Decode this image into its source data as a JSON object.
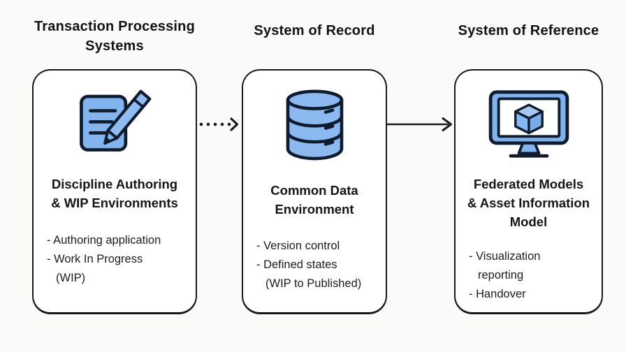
{
  "colors": {
    "background": "#FAFAF9",
    "card_background": "#FFFFFF",
    "card_border": "#16181C",
    "text": "#161616",
    "icon_fill": "#82B4EF",
    "icon_fill_light": "#A5C9F4",
    "icon_fill_dark": "#79ACEA",
    "icon_outline": "#0F1C2E",
    "arrow": "#1A1A1A"
  },
  "columns": [
    {
      "id": "transaction-processing-systems",
      "header": "Transaction Processing\nSystems",
      "card": {
        "icon": "document-pencil-icon",
        "title": "Discipline Authoring\n& WIP Environments",
        "bullets": [
          {
            "text": "- Authoring application",
            "indent": false
          },
          {
            "text": "- Work In Progress",
            "indent": false
          },
          {
            "text": "(WIP)",
            "indent": true
          }
        ]
      }
    },
    {
      "id": "system-of-record",
      "header": "System of Record",
      "card": {
        "icon": "database-icon",
        "title": "Common Data\nEnvironment",
        "bullets": [
          {
            "text": "- Version control",
            "indent": false
          },
          {
            "text": "- Defined states",
            "indent": false
          },
          {
            "text": "(WIP to Published)",
            "indent": true
          }
        ]
      }
    },
    {
      "id": "system-of-reference",
      "header": "System of Reference",
      "card": {
        "icon": "monitor-cube-icon",
        "title": "Federated Models\n& Asset Information\nModel",
        "bullets": [
          {
            "text": "- Visualization",
            "indent": false
          },
          {
            "text": "reporting",
            "indent": true
          },
          {
            "text": "- Handover",
            "indent": false
          }
        ]
      }
    }
  ],
  "arrows": [
    {
      "from": "transaction-processing-systems",
      "to": "system-of-record",
      "style": "dotted"
    },
    {
      "from": "system-of-record",
      "to": "system-of-reference",
      "style": "solid"
    }
  ]
}
